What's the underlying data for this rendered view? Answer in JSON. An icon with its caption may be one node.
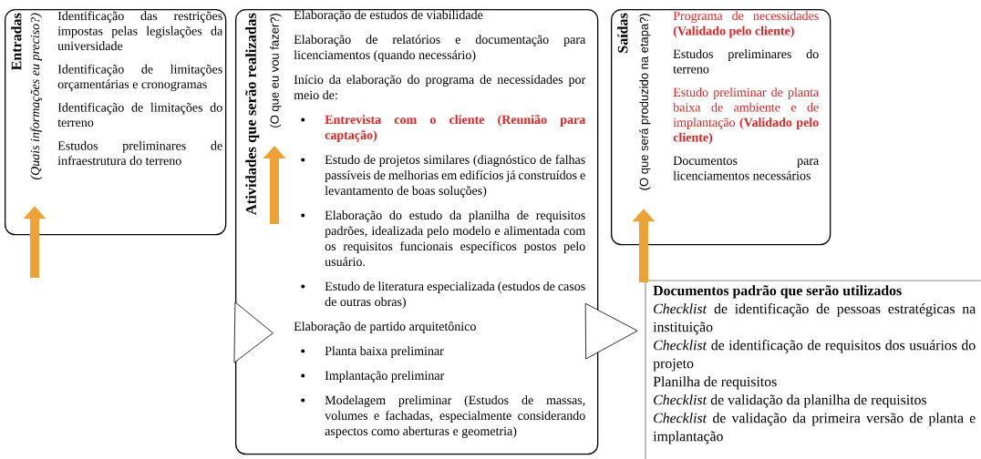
{
  "diagram": {
    "nodes": [
      {
        "text": [
          "Entradas",
          "(Quais informações eu preciso?)",
          "Identificação das restrições impostas pelas legislações da universidade",
          "Identificação de limitações orçamentárias e cronogramas",
          "Identificação de limitações do terreno",
          "Estudos preliminares de infraestrutura do terreno"
        ]
      },
      {
        "text": [
          "Atividades que serão realizadas",
          "(O que eu vou fazer?)",
          "Elaboração de estudos de viabilidade",
          "Elaboração de relatórios e documentação para licenciamentos (quando necessário)",
          "Início da elaboração do programa de necessidades por meio de:",
          "Entrevista com o cliente (Reunião para captação)",
          "Estudo de projetos similares (diagnóstico de falhas passíveis de melhorias em edifícios já construídos e levantamento de boas soluções)",
          "Elaboração do estudo da planilha de requisitos padrões, idealizada pelo modelo e alimentada com os requisitos funcionais específicos postos pelo usuário.",
          "Estudo de literatura especializada (estudos de casos de outras obras)",
          "Elaboração de partido arquitetônico",
          "Planta baixa preliminar",
          "Implantação preliminar",
          "Modelagem preliminar (Estudos de massas, volumes e fachadas, especialmente considerando aspectos como aberturas e geometria)"
        ]
      },
      {
        "text": [
          "Saídas",
          "(O que será produzido na etapa?)",
          "Programa de necessidades **(Validado pelo cliente)**",
          "Estudos preliminares do terreno",
          "Estudo preliminar de planta baixa de ambiente e de implantação **(Validado pelo cliente)**",
          "Documentos para licenciamentos necessários"
        ]
      },
      {
        "text": [
          "Documentos padrão que serão utilizados",
          "*Checklist* de identificação de pessoas estratégicas na instituição",
          "*Checklist* de identificação de requisitos dos usuários do projeto",
          "Planilha de requisitos",
          "*Checklist* de validação da planilha de requisitos",
          "*Checklist* de validação da primeira versão de planta e implantação"
        ]
      }
    ],
    "edges": [
      {
        "from": null,
        "to": 0,
        "arrow": "to",
        "color": "#eea236"
      },
      {
        "from": null,
        "to": 1,
        "arrow": "to"
      },
      {
        "from": 1,
        "to": 3,
        "arrow": "to"
      },
      {
        "from": 3,
        "to": 2,
        "arrow": "to",
        "color": "#eea236"
      }
    ]
  }
}
